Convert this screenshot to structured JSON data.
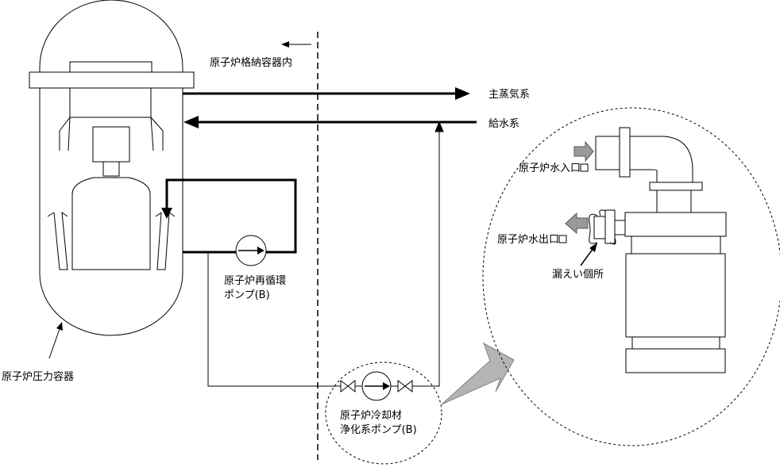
{
  "labels": {
    "containment_inside": "原子炉格納容器内",
    "main_steam": "主蒸気系",
    "feedwater": "給水系",
    "pressure_vessel": "原子炉圧力容器",
    "recirc_pump_line1": "原子炉再循環",
    "recirc_pump_line2": "ポンプ(B)",
    "cleanup_pump_line1": "原子炉冷却材",
    "cleanup_pump_line2": "浄化系ポンプ(B)",
    "water_inlet": "原子炉水入口",
    "water_outlet": "原子炉水出口",
    "leak_location": "漏えい個所"
  },
  "colors": {
    "line": "#000000",
    "background": "#ffffff",
    "callout_fill": "#b4b4b4",
    "callout_stroke": "#808080",
    "flow_arrow_fill": "#9a9a9a"
  }
}
